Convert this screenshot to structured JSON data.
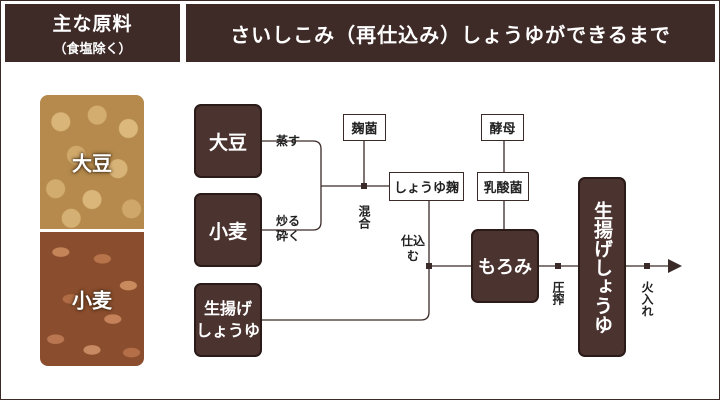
{
  "header": {
    "left_title": "主な原料",
    "left_subtitle": "（食塩除く）",
    "right_title": "さいしこみ（再仕込み）しょうゆができるまで"
  },
  "ingredients": {
    "soybean": "大豆",
    "wheat": "小麦"
  },
  "nodes": {
    "daizu": "大豆",
    "komugi": "小麦",
    "kiage_line1": "生揚げ",
    "kiage_line2": "しょうゆ",
    "moromi": "もろみ",
    "final": "生揚げしょうゆ"
  },
  "boxes": {
    "kojikin": "麹菌",
    "shoyukoji": "しょうゆ麹",
    "koubo": "酵母",
    "nyusan": "乳酸菌"
  },
  "steps": {
    "steam": "蒸す",
    "roast_line1": "炒る",
    "roast_line2": "砕く",
    "mix": "混合",
    "brew_line1": "仕込",
    "brew_line2": "む",
    "press": "圧搾",
    "heat": "火入れ"
  },
  "colors": {
    "header_bg": "#3e2a27",
    "node_bg": "#4b3330",
    "line": "#3a2a28"
  }
}
